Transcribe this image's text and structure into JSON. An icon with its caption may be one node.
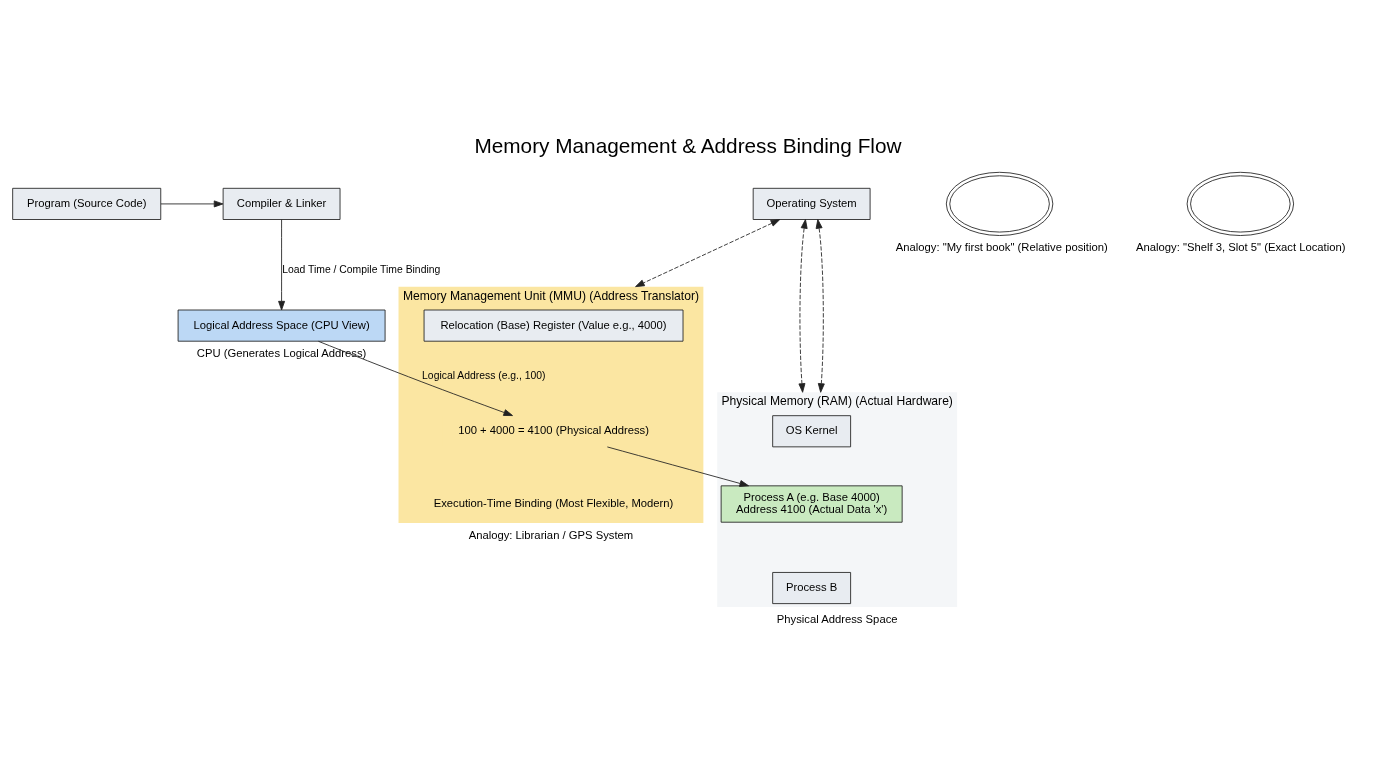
{
  "diagram": {
    "title": "Memory Management & Address Binding Flow",
    "nodes": [
      {
        "text": [
          "Program (Source Code)"
        ]
      },
      {
        "text": [
          "Compiler & Linker"
        ]
      },
      {
        "text": [
          "Operating System"
        ]
      },
      {
        "text": [
          "Physical Memory (RAM) (Actual Hardware)"
        ],
        "beside": [
          "Physical Address Space"
        ]
      },
      {
        "text": [
          "OS Kernel"
        ],
        "in": 3
      },
      {
        "text": [
          "Process A (e.g. Base 4000)",
          "Address 4100 (Actual Data 'x')"
        ],
        "in": 3
      },
      {
        "text": [
          "Process B"
        ],
        "in": 3
      },
      {
        "text": [
          "Memory Management Unit (MMU) (Address Translator)",
          "Execution-Time Binding (Most Flexible, Modern)"
        ],
        "beside": [
          "Analogy: Librarian / GPS System"
        ]
      },
      {
        "text": [
          "Relocation (Base) Register (Value e.g., 4000)"
        ],
        "in": 7
      },
      {
        "text": [
          "100 + 4000 = 4100 (Physical Address)"
        ],
        "in": 7
      },
      {
        "text": [
          "Logical Address Space (CPU View)"
        ],
        "beside": [
          "CPU (Generates Logical Address)"
        ]
      },
      {
        "text": [],
        "shape": "cloud",
        "beside": [
          "Analogy: \"My first book\" (Relative position)"
        ]
      },
      {
        "text": [],
        "shape": "cloud",
        "beside": [
          "Analogy: \"Shelf 3, Slot 5\" (Exact Location)"
        ]
      }
    ],
    "edges": [
      {
        "from": 0,
        "to": 1,
        "arrow": "to"
      },
      {
        "from": 1,
        "to": 10,
        "arrow": "to",
        "label": "Load Time / Compile Time Binding"
      },
      {
        "from": 10,
        "to": 9,
        "arrow": "to",
        "label": "Logical Address (e.g., 100)"
      },
      {
        "from": 9,
        "to": 5,
        "arrow": "to"
      },
      {
        "from": 2,
        "to": 7,
        "arrow": "both",
        "style": "dashed"
      },
      {
        "from": 2,
        "to": 3,
        "arrow": "both",
        "style": "dashed"
      },
      {
        "from": 2,
        "to": 3,
        "arrow": "both",
        "style": "dashed"
      }
    ]
  }
}
